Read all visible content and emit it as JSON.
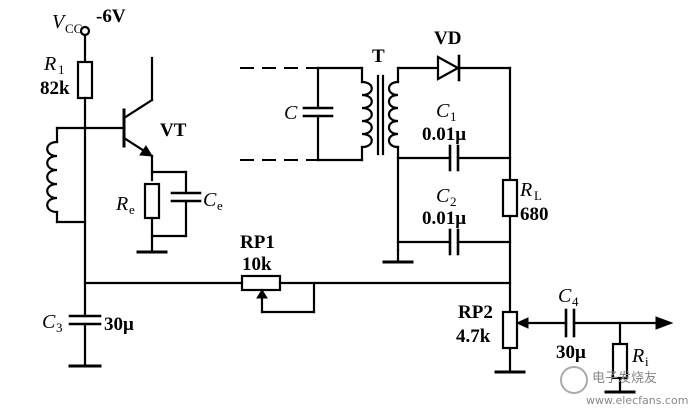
{
  "labels": {
    "vcc": {
      "main": "V",
      "sub": "CC",
      "value": "-6V"
    },
    "r1": {
      "main": "R",
      "sub": "1",
      "value": "82k"
    },
    "vt": "VT",
    "re": {
      "main": "R",
      "sub": "e"
    },
    "ce": {
      "main": "C",
      "sub": "e"
    },
    "c3": {
      "main": "C",
      "sub": "3",
      "value": "30μ"
    },
    "c": "C",
    "t": "T",
    "vd": "VD",
    "c1": {
      "main": "C",
      "sub": "1",
      "value": "0.01μ"
    },
    "c2": {
      "main": "C",
      "sub": "2",
      "value": "0.01μ"
    },
    "rl": {
      "main": "R",
      "sub": "L",
      "value": "680"
    },
    "rp1": {
      "name": "RP1",
      "value": "10k"
    },
    "rp2": {
      "name": "RP2",
      "value": "4.7k"
    },
    "c4": {
      "main": "C",
      "sub": "4",
      "value": "30μ"
    },
    "ri": {
      "main": "R",
      "sub": "i"
    }
  },
  "watermark": {
    "line1": "电子发烧友",
    "line2": "www.elecfans.com"
  }
}
